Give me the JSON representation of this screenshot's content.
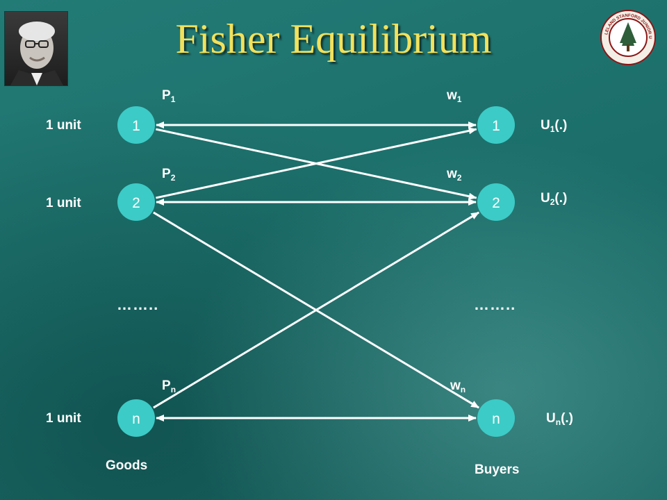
{
  "title": "Fisher Equilibrium",
  "colors": {
    "background": "#1f7470",
    "title": "#f2e15c",
    "node": "#3ccbc6",
    "edge": "#ffffff"
  },
  "goods": {
    "header": "Goods",
    "nodes": [
      {
        "id": "1",
        "supply": "1 unit",
        "price": {
          "base": "P",
          "sub": "1"
        }
      },
      {
        "id": "2",
        "supply": "1 unit",
        "price": {
          "base": "P",
          "sub": "2"
        }
      },
      {
        "id": "n",
        "supply": "1 unit",
        "price": {
          "base": "P",
          "sub": "n"
        }
      }
    ],
    "ellipsis": "…….."
  },
  "buyers": {
    "header": "Buyers",
    "nodes": [
      {
        "id": "1",
        "budget": {
          "base": "w",
          "sub": "1"
        },
        "utility": {
          "base": "U",
          "sub": "1",
          "tail": "(.)"
        }
      },
      {
        "id": "2",
        "budget": {
          "base": "w",
          "sub": "2"
        },
        "utility": {
          "base": "U",
          "sub": "2",
          "tail": "(.)"
        }
      },
      {
        "id": "n",
        "budget": {
          "base": "w",
          "sub": "n"
        },
        "utility": {
          "base": "U",
          "sub": "n",
          "tail": "(.)"
        }
      }
    ],
    "ellipsis": "…….."
  },
  "edges": [
    {
      "from": "good-1",
      "to": "buyer-1",
      "arrow": "both"
    },
    {
      "from": "good-1",
      "to": "buyer-2",
      "arrow": "end"
    },
    {
      "from": "good-2",
      "to": "buyer-1",
      "arrow": "end"
    },
    {
      "from": "good-2",
      "to": "buyer-2",
      "arrow": "both"
    },
    {
      "from": "good-2",
      "to": "buyer-n",
      "arrow": "end"
    },
    {
      "from": "good-n",
      "to": "buyer-2",
      "arrow": "end"
    },
    {
      "from": "good-n",
      "to": "buyer-n",
      "arrow": "both"
    }
  ],
  "seal_text": "LELAND STANFORD JUNIOR UNIVERSITY"
}
